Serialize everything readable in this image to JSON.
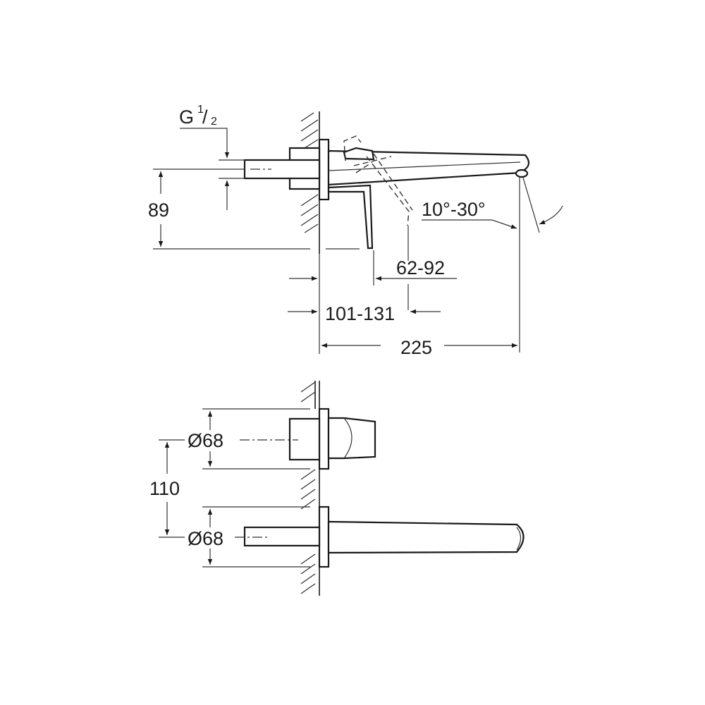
{
  "side_view": {
    "thread_label": "G",
    "thread_num": "1",
    "thread_den": "2",
    "height_label": "89",
    "angle_label": "10°-30°",
    "depth_range_1": "62-92",
    "depth_range_2": "101-131",
    "projection_label": "225"
  },
  "top_view": {
    "diameter_top": "Ø68",
    "spacing_label": "110",
    "diameter_bottom": "Ø68"
  },
  "colors": {
    "line": "#1a1a1a",
    "background": "#ffffff"
  }
}
